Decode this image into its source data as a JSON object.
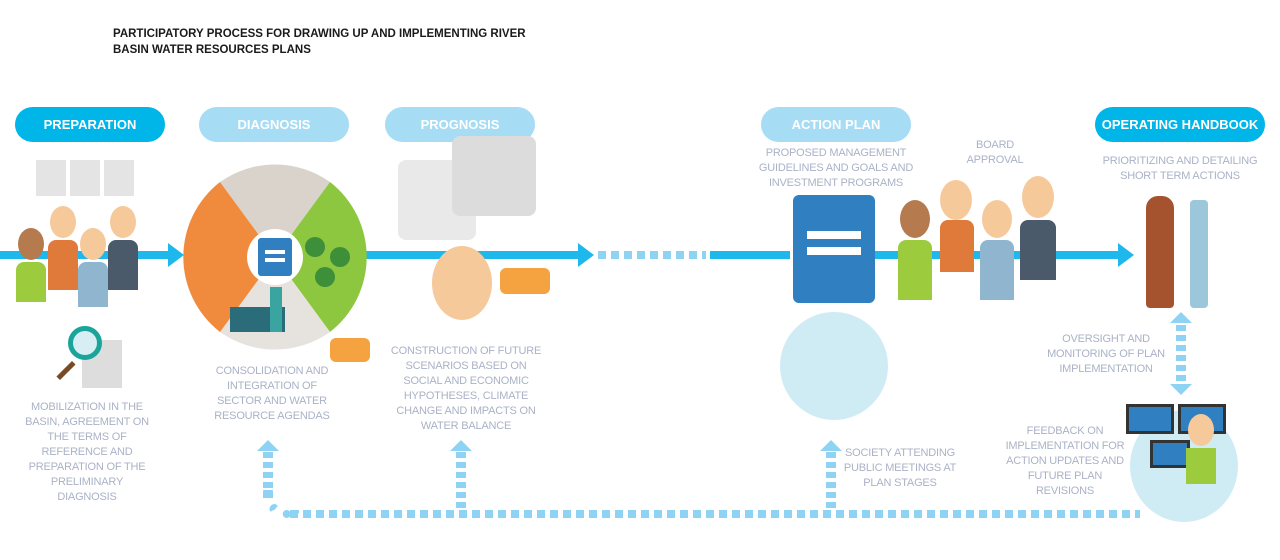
{
  "title": "PARTICIPATORY PROCESS FOR DRAWING UP AND IMPLEMENTING RIVER BASIN WATER RESOURCES PLANS",
  "stages": [
    {
      "label": "PREPARATION",
      "style": "dark"
    },
    {
      "label": "DIAGNOSIS",
      "style": "light"
    },
    {
      "label": "PROGNOSIS",
      "style": "light"
    },
    {
      "label": "ACTION PLAN",
      "style": "light"
    },
    {
      "label": "OPERATING HANDBOOK",
      "style": "dark"
    }
  ],
  "descriptions": {
    "preparation": "MOBILIZATION IN THE BASIN, AGREEMENT ON THE TERMS OF REFERENCE AND PREPARATION OF THE PRELIMINARY DIAGNOSIS",
    "diagnosis": "CONSOLIDATION AND INTEGRATION OF SECTOR AND WATER RESOURCE AGENDAS",
    "prognosis": "CONSTRUCTION OF FUTURE SCENARIOS BASED ON SOCIAL AND ECONOMIC HYPOTHESES, CLIMATE CHANGE AND IMPACTS ON WATER BALANCE",
    "action_plan": "PROPOSED MANAGEMENT GUIDELINES AND GOALS AND INVESTMENT PROGRAMS",
    "board": "BOARD APPROVAL",
    "handbook": "PRIORITIZING AND DETAILING SHORT TERM ACTIONS",
    "oversight": "OVERSIGHT  AND MONITORING OF PLAN IMPLEMENTATION",
    "society": "SOCIETY ATTENDING PUBLIC MEETINGS AT PLAN STAGES",
    "feedback": "FEEDBACK ON IMPLEMENTATION  FOR ACTION UPDATES AND FUTURE PLAN REVISIONS"
  },
  "colors": {
    "primary": "#00b5e8",
    "light": "#a6dcf4",
    "text": "#aab2c6"
  }
}
